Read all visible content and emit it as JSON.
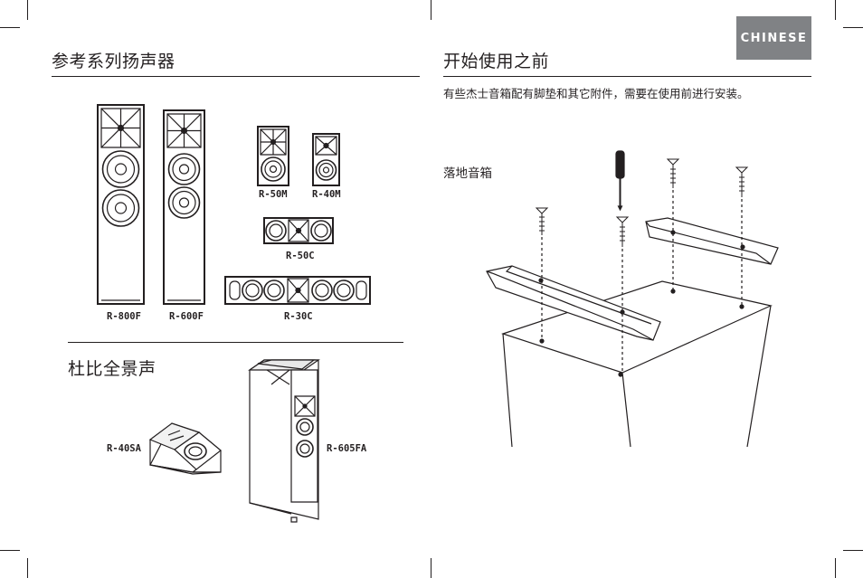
{
  "badge": "CHINESE",
  "left_page": {
    "title": "参考系列扬声器",
    "speakers": {
      "r800f": "R-800F",
      "r600f": "R-600F",
      "r50m": "R-50M",
      "r40m": "R-40M",
      "r50c": "R-50C",
      "r30c": "R-30C"
    },
    "atmos_title": "杜比全景声",
    "atmos": {
      "r40sa": "R-40SA",
      "r605fa": "R-605FA"
    }
  },
  "right_page": {
    "title": "开始使用之前",
    "intro": "有些杰士音箱配有脚垫和其它附件，需要在使用前进行安装。",
    "floor_label": "落地音箱"
  }
}
